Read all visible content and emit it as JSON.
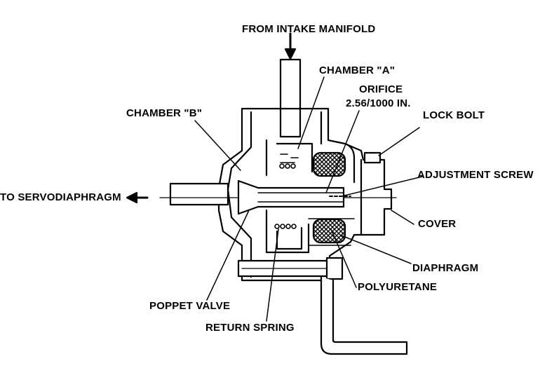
{
  "labels": {
    "from_intake": "FROM INTAKE MANIFOLD",
    "chamber_a": "CHAMBER \"A\"",
    "orifice_line1": "ORIFICE",
    "orifice_line2": "2.56/1000 IN.",
    "chamber_b": "CHAMBER \"B\"",
    "lock_bolt": "LOCK BOLT",
    "adjustment_screw": "ADJUSTMENT SCREW",
    "to_servo": "TO SERVODIAPHRAGM",
    "cover": "COVER",
    "diaphragm": "DIAPHRAGM",
    "polyuretane": "POLYURETANE",
    "poppet_valve": "POPPET VALVE",
    "return_spring": "RETURN SPRING"
  },
  "colors": {
    "ink": "#000000",
    "paper": "#ffffff"
  }
}
